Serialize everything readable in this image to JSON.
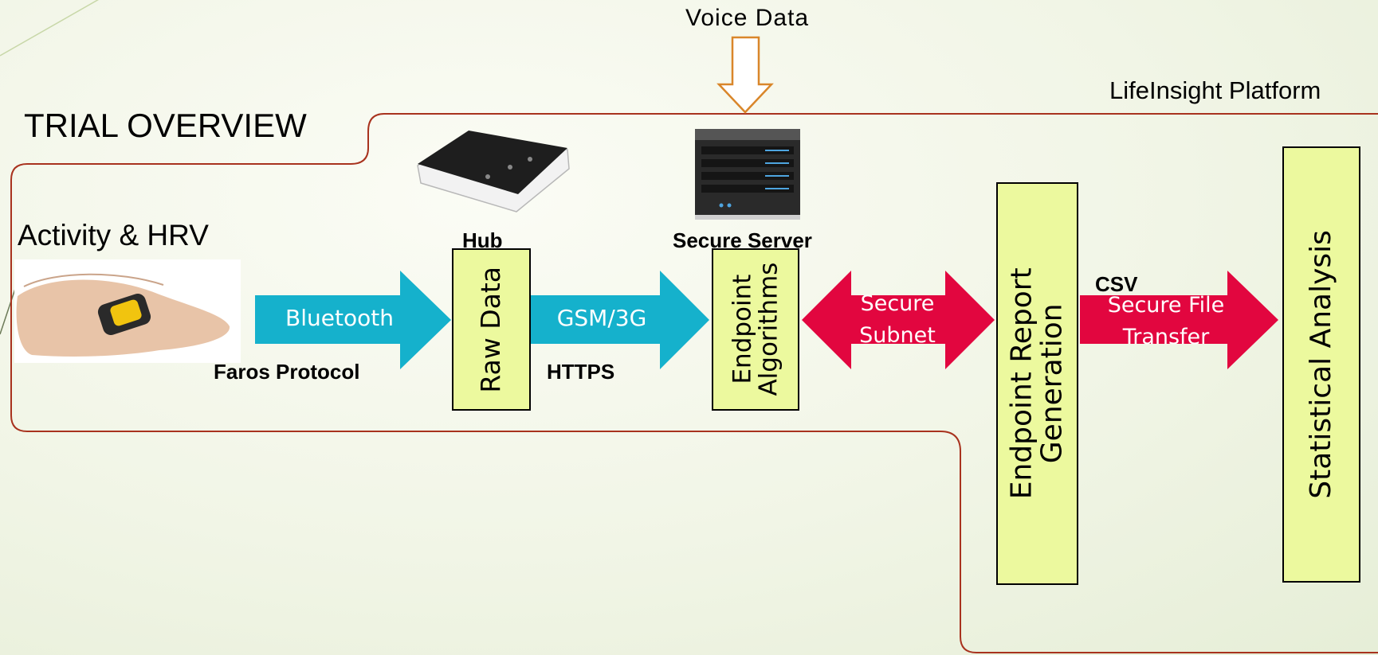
{
  "title": "TRIAL OVERVIEW",
  "platform_label": "LifeInsight Platform",
  "voice_label": "Voice Data",
  "activity_label": "Activity & HRV",
  "hub_label": "Hub",
  "server_label": "Secure Server",
  "faros_label": "Faros Protocol",
  "https_label": "HTTPS",
  "csv_label": "CSV",
  "arrows": {
    "bluetooth": "Bluetooth",
    "gsm": "GSM/3G",
    "subnet_line1": "Secure",
    "subnet_line2": "Subnet",
    "transfer_line1": "Secure File",
    "transfer_line2": "Transfer"
  },
  "boxes": {
    "raw_data": "Raw Data",
    "endpoint_line1": "Endpoint",
    "endpoint_line2": "Algorithms",
    "report_line1": "Endpoint  Report",
    "report_line2": "Generation",
    "stats": "Statistical  Analysis"
  },
  "colors": {
    "platform_outline": "#a8321e",
    "voice_arrow": "#d9862a",
    "teal_arrow": "#15b1cc",
    "red_arrow": "#e2063f",
    "box_fill": "#ecf99e"
  }
}
